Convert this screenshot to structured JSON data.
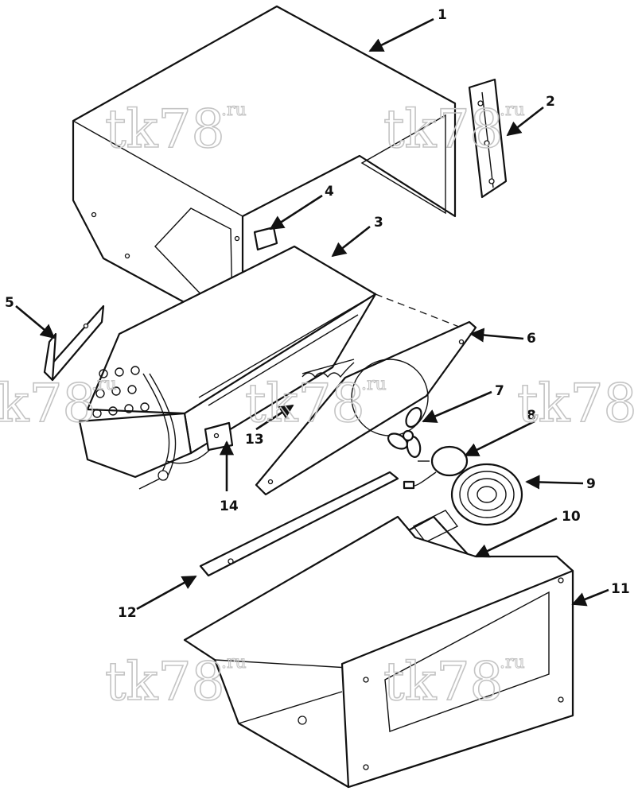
{
  "watermark": {
    "main": "tk78",
    "suffix": ".ru"
  },
  "callouts": [
    "1",
    "2",
    "3",
    "4",
    "5",
    "6",
    "7",
    "8",
    "9",
    "10",
    "11",
    "12",
    "13",
    "14"
  ]
}
